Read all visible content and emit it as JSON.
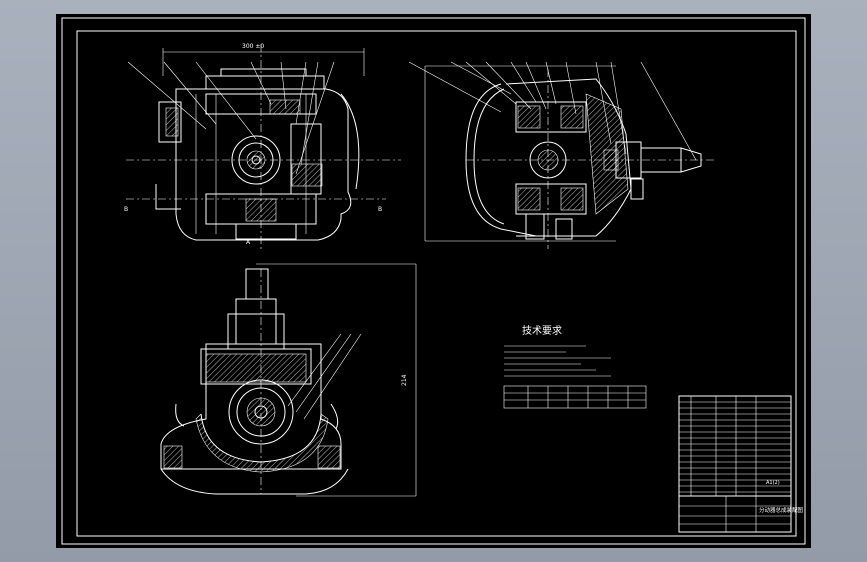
{
  "drawing": {
    "tech_requirements_title": "技术要求",
    "title_block_name": "分动器总成装配图",
    "title_block_scale": "A1(2)"
  },
  "colors": {
    "background": "#9aa2ae",
    "sheet": "#000000",
    "lines": "#ffffff"
  }
}
